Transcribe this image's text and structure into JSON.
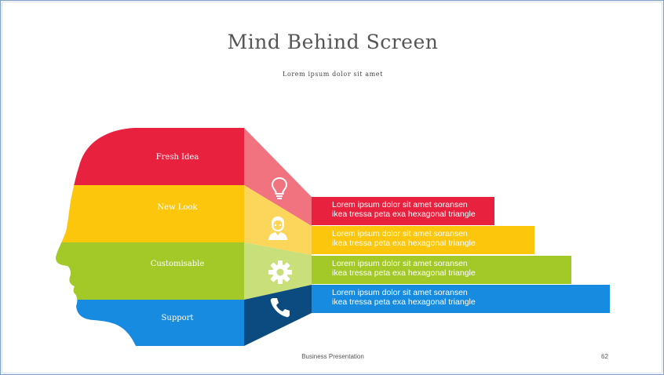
{
  "slide": {
    "title": "Mind Behind Screen",
    "subtitle": "Lorem ipsum dolor sit amet",
    "footer": "Business Presentation",
    "page_number": "62"
  },
  "colors": {
    "red": "#e8213f",
    "yellow": "#fbc60b",
    "green": "#a2c928",
    "blue": "#168be0",
    "red_light": "#f1737f",
    "yellow_light": "#fcd65a",
    "green_light": "#c8df7a",
    "blue_dark": "#0b4b80"
  },
  "bands": [
    {
      "label": "Fresh Idea",
      "icon": "lightbulb-icon",
      "text": "Lorem ipsum dolor sit amet soransen ikea tressa peta exa hexagonal triangle"
    },
    {
      "label": "New Look",
      "icon": "person-icon",
      "text": "Lorem ipsum dolor sit amet soransen ikea tressa peta exa hexagonal triangle"
    },
    {
      "label": "Customisable",
      "icon": "gear-icon",
      "text": "Lorem ipsum dolor sit amet soransen ikea tressa peta exa hexagonal triangle"
    },
    {
      "label": "Support",
      "icon": "phone-icon",
      "text": "Lorem ipsum dolor sit amet soransen ikea tressa peta exa hexagonal triangle"
    }
  ]
}
